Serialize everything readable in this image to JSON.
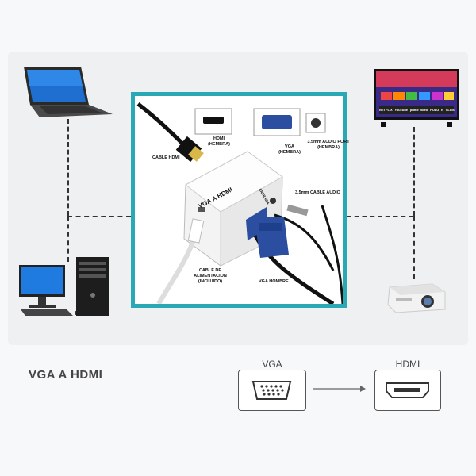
{
  "labels": {
    "hdmi_hembra": "HDMI\n(HEMBRA)",
    "vga_hembra": "VGA\n(HEMBRA)",
    "audio_port": "3.5mm AUDIO PORT\n(HEMBRA)",
    "cable_hdmi": "CABLE HDMI",
    "device_name": "VGA A HDMI",
    "entrada": "ENTRADA",
    "cable_audio": "3.5mm CABLE AUDIO",
    "cable_alimentacion": "CABLE DE ALIMENTACION\n(INCLUIDO)",
    "vga_hombre": "VGA HOMBRE"
  },
  "footer": {
    "title": "VGA A HDMI",
    "source_label": "VGA",
    "target_label": "HDMI"
  },
  "tv_screen": {
    "apps": [
      "NETFLIX",
      "YouTube",
      "prime video",
      "HULU",
      "N",
      "SLING"
    ]
  },
  "colors": {
    "accent": "#2aa9b4",
    "vga_blue": "#2c4ea0",
    "cable": "#111111"
  }
}
